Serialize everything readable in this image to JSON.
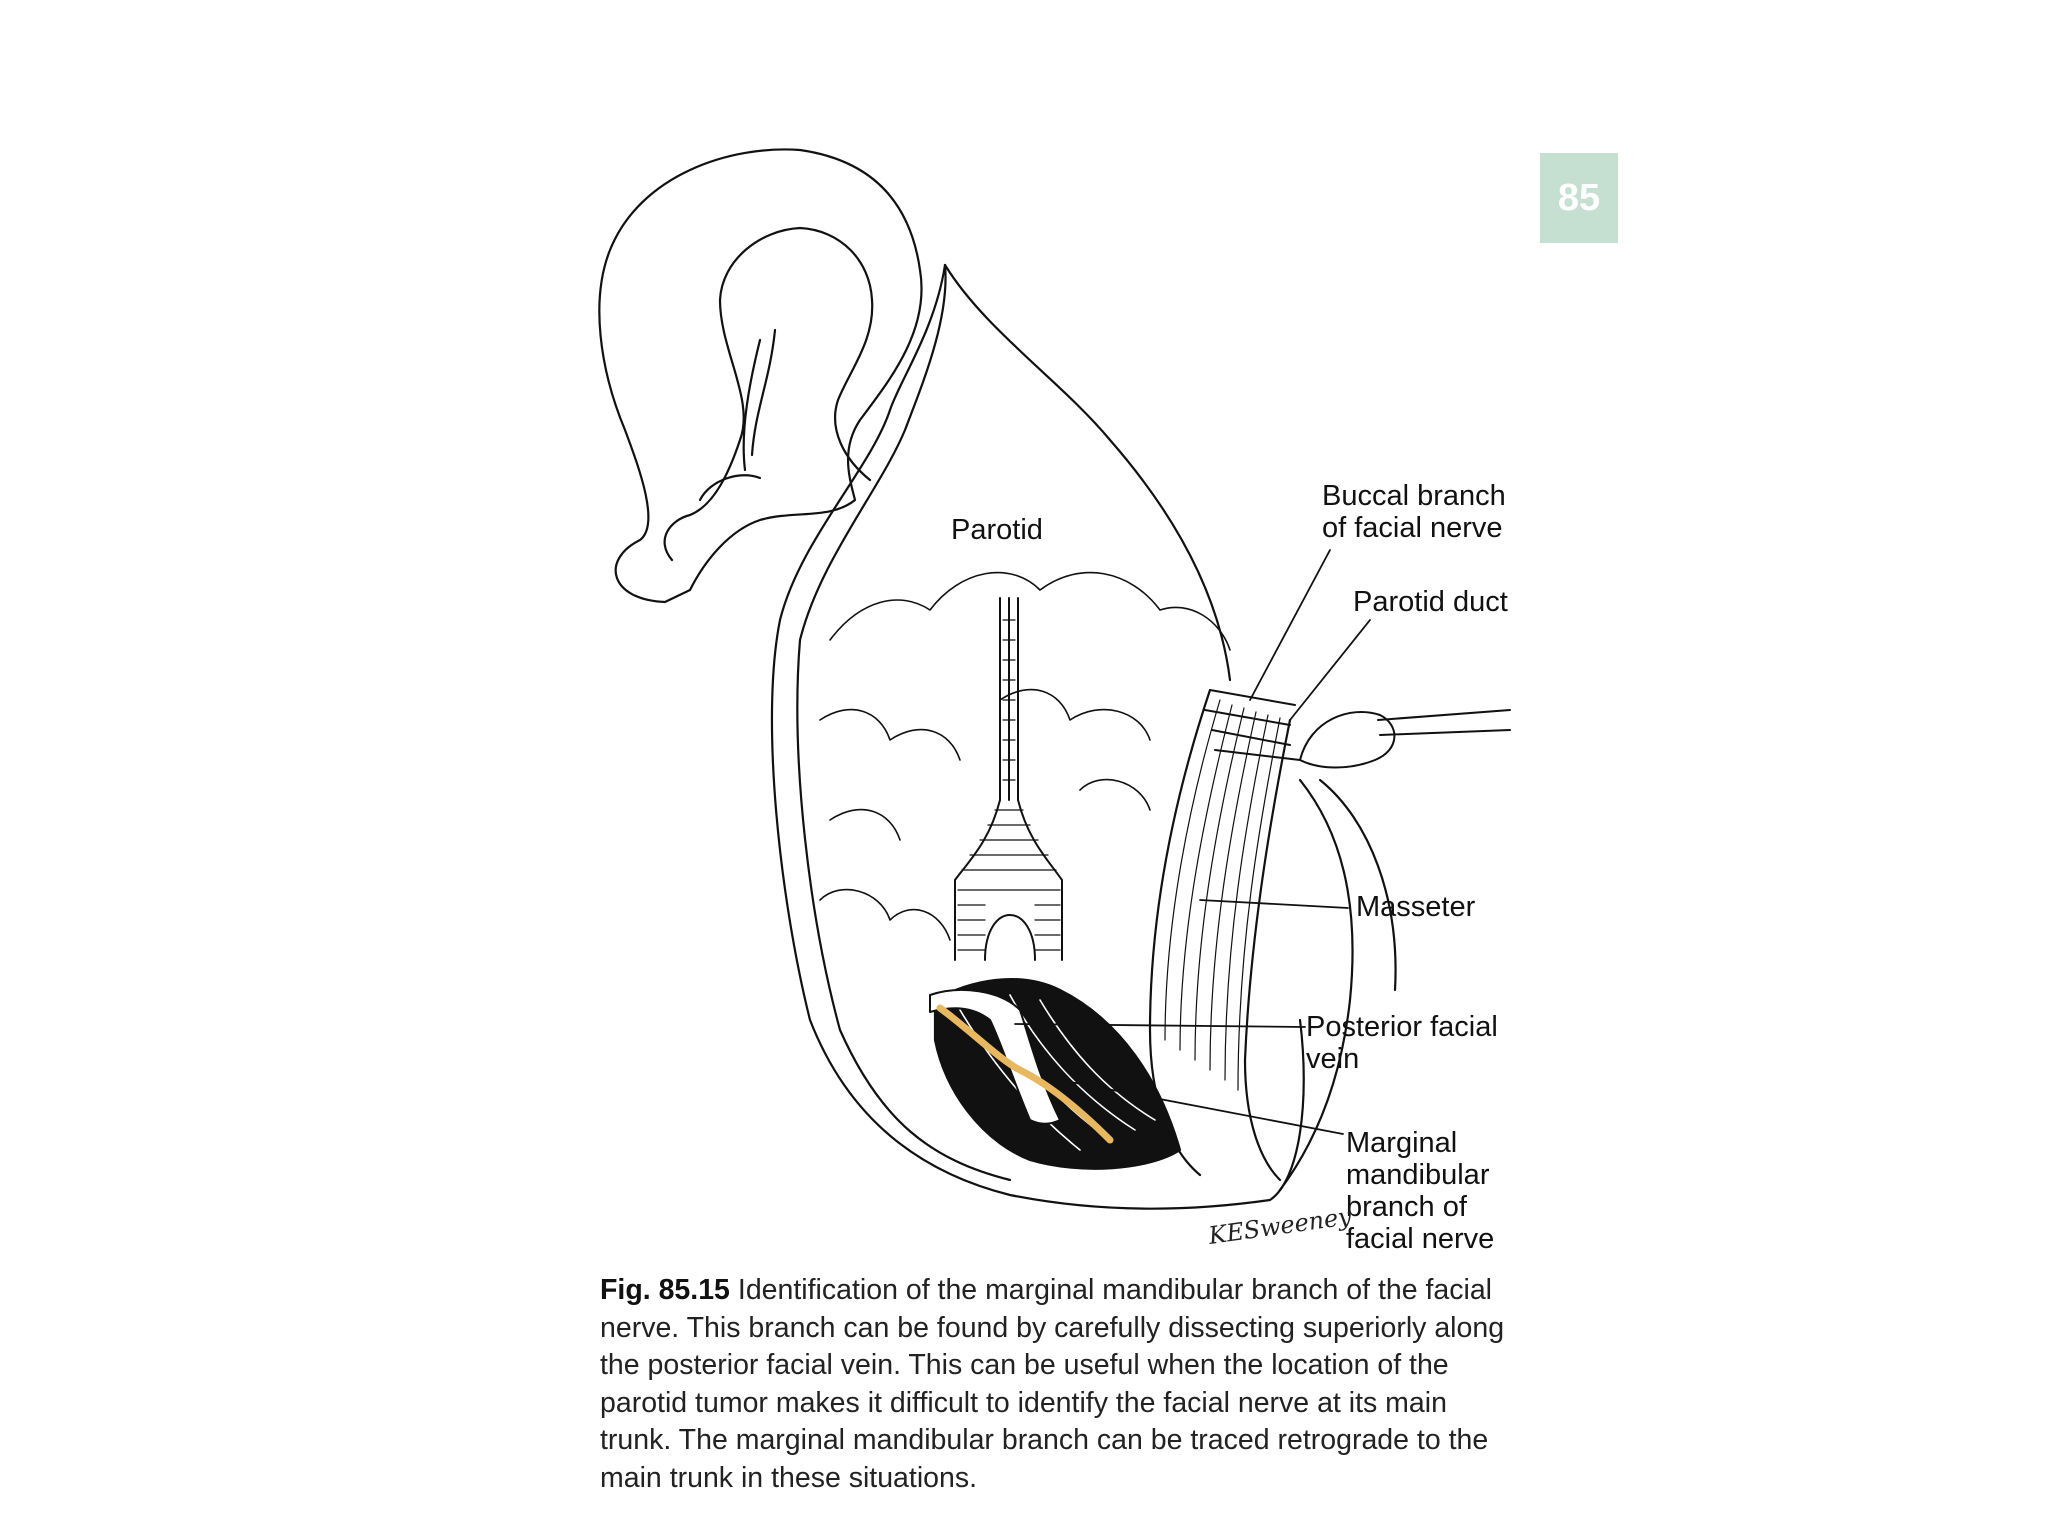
{
  "page_number": "85",
  "figure": {
    "labels": {
      "parotid": "Parotid",
      "buccal_branch": "Buccal branch\nof facial nerve",
      "parotid_duct": "Parotid duct",
      "masseter": "Masseter",
      "posterior_facial_vein": "Posterior facial\nvein",
      "marginal_mandibular": "Marginal\nmandibular\nbranch of\nfacial nerve"
    },
    "artist_signature": "KESweeney",
    "nerve_color": "#e8b860"
  },
  "caption": {
    "figure_number": "Fig. 85.15",
    "text": "Identification of the marginal mandibular branch of the facial nerve. This branch can be found by carefully dissecting superiorly along the posterior facial vein. This can be useful when the location of the parotid tumor makes it difficult to identify the facial nerve at its main trunk. The marginal mandibular branch can be traced retrograde to the main trunk in these situations."
  }
}
